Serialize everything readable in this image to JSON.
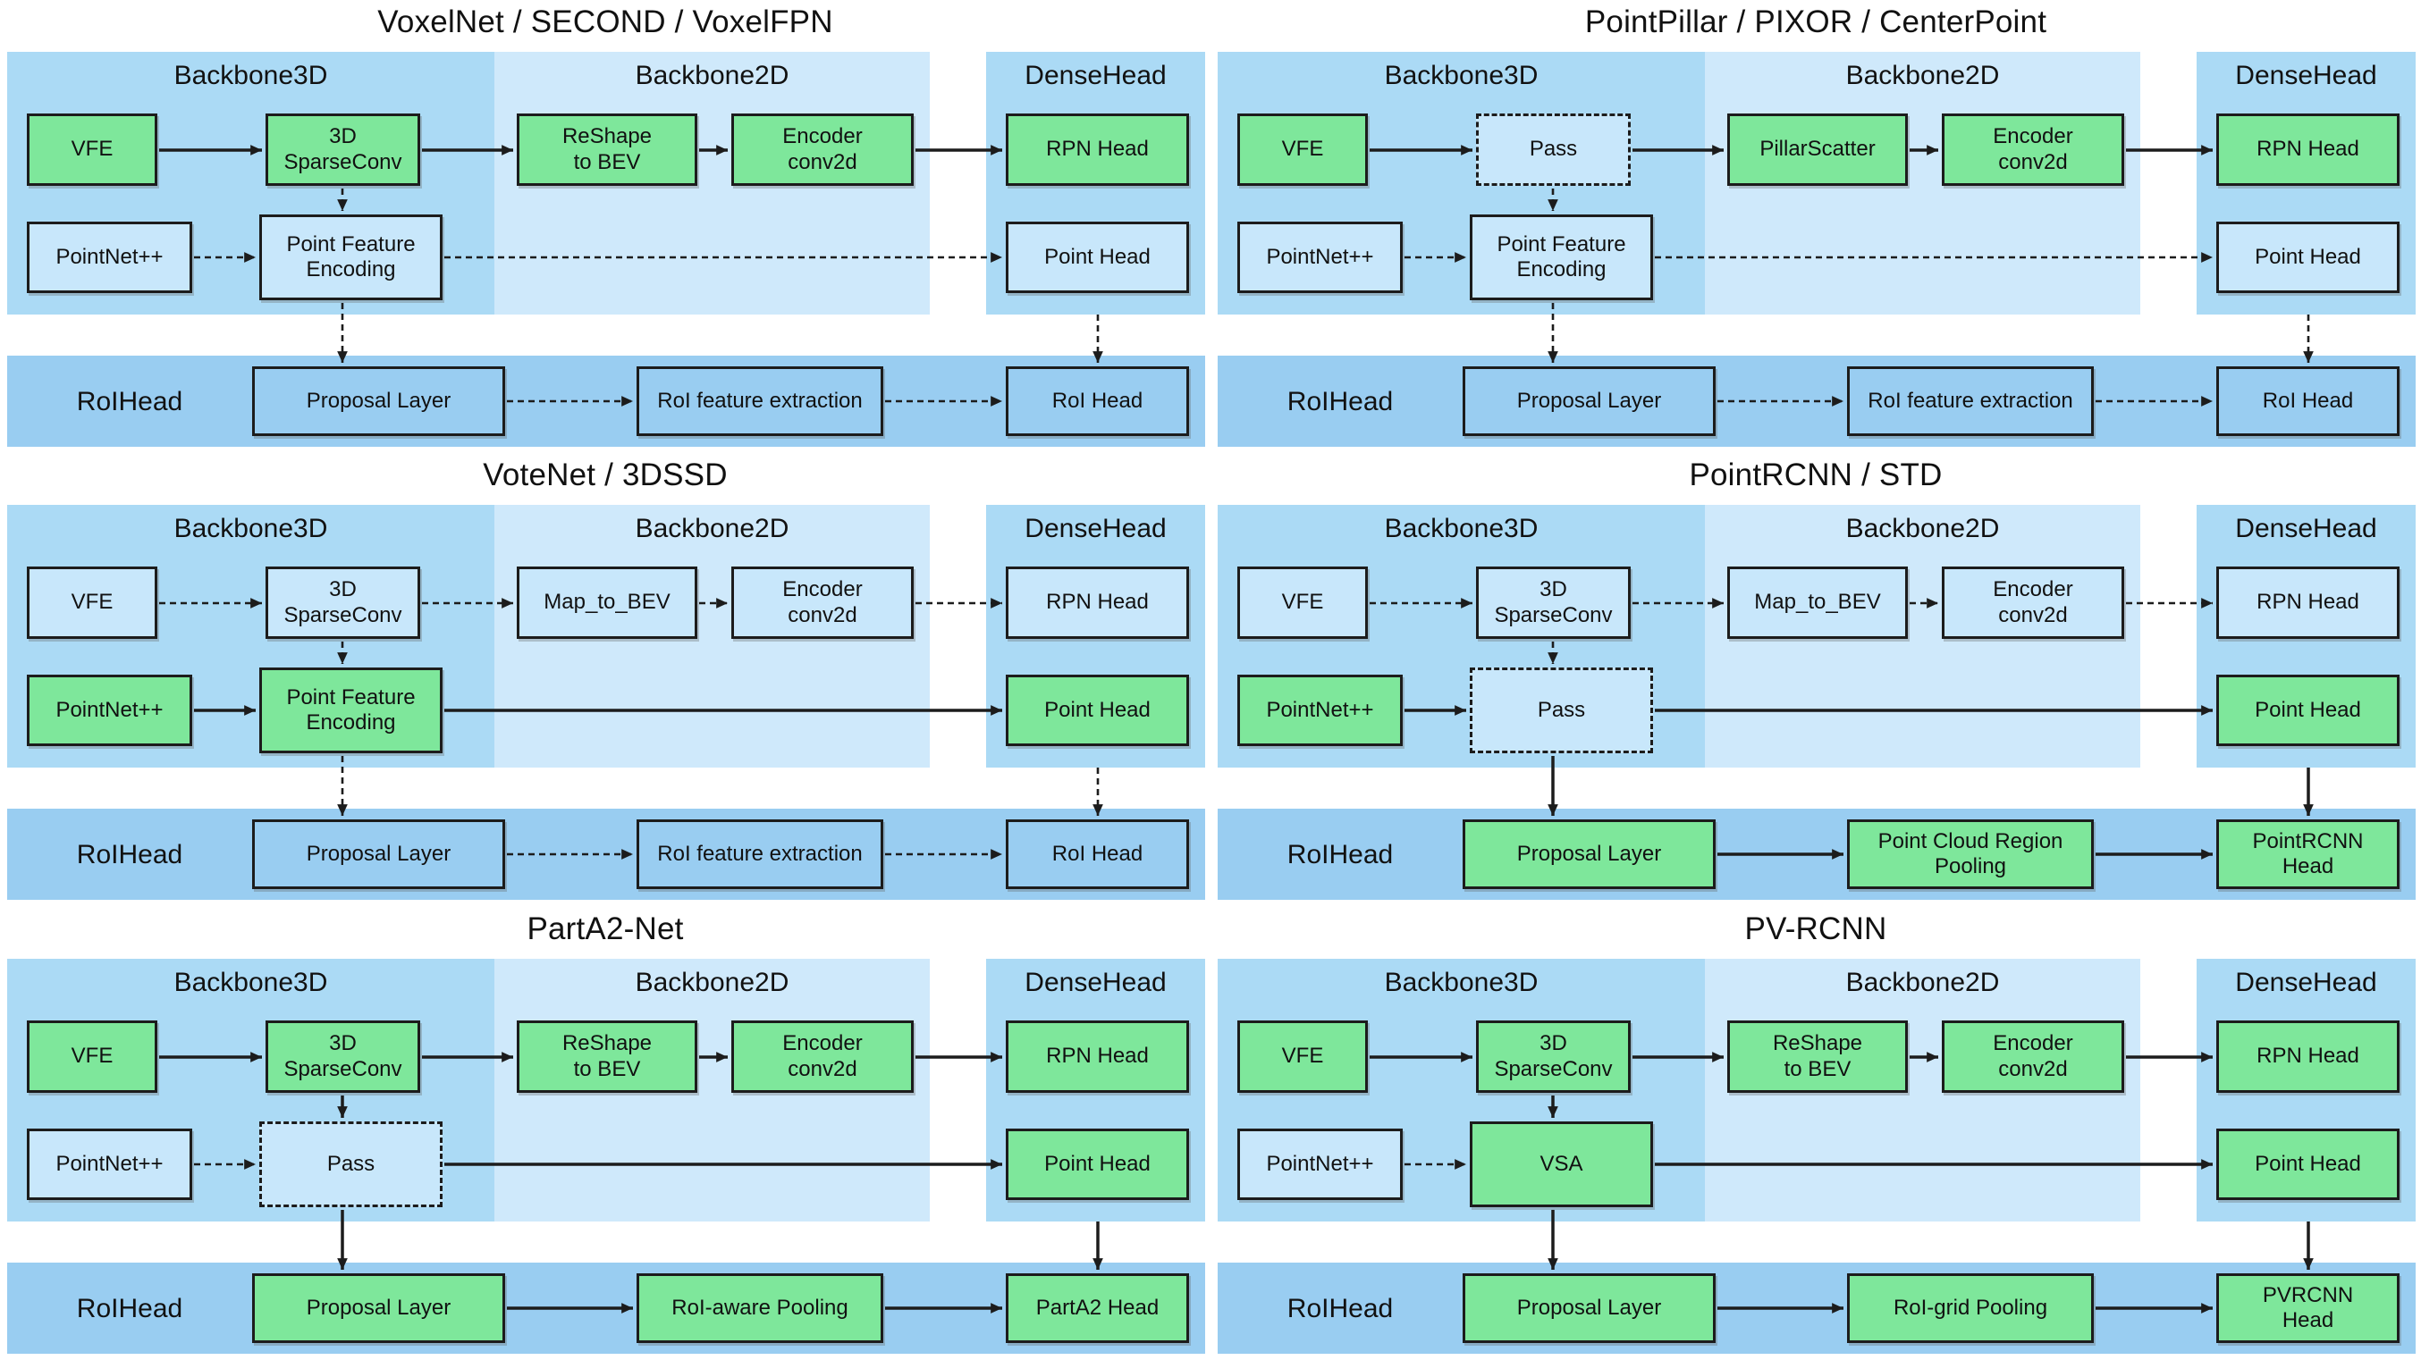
{
  "colors": {
    "band_backbone3d": "#abdaf5",
    "band_backbone2d": "#cfe9fb",
    "band_densehead": "#abdaf5",
    "band_roihead": "#99cdf1",
    "box_green": "#7ee79b",
    "box_light_blue": "#c8e7fb",
    "arrow_black": "#1c1c1c"
  },
  "section_labels": {
    "backbone3d": "Backbone3D",
    "backbone2d": "Backbone2D",
    "densehead": "DenseHead",
    "roihead": "RoIHead"
  },
  "panels": [
    {
      "id": "voxelnet-second-voxelfpn",
      "title": "VoxelNet / SECOND / VoxelFPN",
      "boxes": [
        {
          "id": "vfe",
          "slot": "b1",
          "label": "VFE",
          "fill": "green"
        },
        {
          "id": "3d-sparseconv",
          "slot": "b2",
          "label": "3D\nSparseConv",
          "fill": "green"
        },
        {
          "id": "reshape-to-bev",
          "slot": "b3",
          "label": "ReShape\nto BEV",
          "fill": "green"
        },
        {
          "id": "encoder-conv2d",
          "slot": "b4",
          "label": "Encoder\nconv2d",
          "fill": "green"
        },
        {
          "id": "rpn-head",
          "slot": "b5",
          "label": "RPN Head",
          "fill": "green"
        },
        {
          "id": "pointnet-plus-plus",
          "slot": "pn",
          "label": "PointNet++",
          "fill": "light"
        },
        {
          "id": "point-feature-encoding",
          "slot": "mid",
          "label": "Point Feature\nEncoding",
          "fill": "light"
        },
        {
          "id": "point-head",
          "slot": "ph",
          "label": "Point Head",
          "fill": "light"
        },
        {
          "id": "proposal-layer",
          "slot": "roi1",
          "label": "Proposal Layer",
          "fill": "band"
        },
        {
          "id": "roi-feature-extraction",
          "slot": "roi2",
          "label": "RoI feature extraction",
          "fill": "band"
        },
        {
          "id": "roi-head",
          "slot": "roi3",
          "label": "RoI Head",
          "fill": "band"
        }
      ],
      "arrows": [
        {
          "path": "a1",
          "style": "solid"
        },
        {
          "path": "a2",
          "style": "solid"
        },
        {
          "path": "a3",
          "style": "solid"
        },
        {
          "path": "a4",
          "style": "solid"
        },
        {
          "path": "a5",
          "style": "dashed"
        },
        {
          "path": "a6",
          "style": "dashed"
        },
        {
          "path": "a7",
          "style": "dashed"
        },
        {
          "path": "a8",
          "style": "dashed"
        },
        {
          "path": "v1",
          "style": "dashed"
        },
        {
          "path": "v2",
          "style": "dashed"
        },
        {
          "path": "v3",
          "style": "dashed"
        }
      ]
    },
    {
      "id": "pointpillar-pixor-centerpoint",
      "title": "PointPillar / PIXOR / CenterPoint",
      "boxes": [
        {
          "id": "vfe",
          "slot": "b1",
          "label": "VFE",
          "fill": "green"
        },
        {
          "id": "pass",
          "slot": "b2",
          "label": "Pass",
          "fill": "light",
          "dashed": true
        },
        {
          "id": "pillarscatter",
          "slot": "b3",
          "label": "PillarScatter",
          "fill": "green"
        },
        {
          "id": "encoder-conv2d",
          "slot": "b4",
          "label": "Encoder\nconv2d",
          "fill": "green"
        },
        {
          "id": "rpn-head",
          "slot": "b5",
          "label": "RPN Head",
          "fill": "green"
        },
        {
          "id": "pointnet-plus-plus",
          "slot": "pn",
          "label": "PointNet++",
          "fill": "light"
        },
        {
          "id": "point-feature-encoding",
          "slot": "mid",
          "label": "Point Feature\nEncoding",
          "fill": "light"
        },
        {
          "id": "point-head",
          "slot": "ph",
          "label": "Point Head",
          "fill": "light"
        },
        {
          "id": "proposal-layer",
          "slot": "roi1",
          "label": "Proposal Layer",
          "fill": "band"
        },
        {
          "id": "roi-feature-extraction",
          "slot": "roi2",
          "label": "RoI feature extraction",
          "fill": "band"
        },
        {
          "id": "roi-head",
          "slot": "roi3",
          "label": "RoI Head",
          "fill": "band"
        }
      ],
      "arrows": [
        {
          "path": "a1",
          "style": "solid"
        },
        {
          "path": "a2",
          "style": "solid"
        },
        {
          "path": "a3",
          "style": "solid"
        },
        {
          "path": "a4",
          "style": "solid"
        },
        {
          "path": "a5",
          "style": "dashed"
        },
        {
          "path": "a6",
          "style": "dashed"
        },
        {
          "path": "a7",
          "style": "dashed"
        },
        {
          "path": "a8",
          "style": "dashed"
        },
        {
          "path": "v1",
          "style": "dashed"
        },
        {
          "path": "v2",
          "style": "dashed"
        },
        {
          "path": "v3",
          "style": "dashed"
        }
      ]
    },
    {
      "id": "votenet-3dssd",
      "title": "VoteNet / 3DSSD",
      "boxes": [
        {
          "id": "vfe",
          "slot": "b1",
          "label": "VFE",
          "fill": "light"
        },
        {
          "id": "3d-sparseconv",
          "slot": "b2",
          "label": "3D\nSparseConv",
          "fill": "light"
        },
        {
          "id": "map-to-bev",
          "slot": "b3",
          "label": "Map_to_BEV",
          "fill": "light"
        },
        {
          "id": "encoder-conv2d",
          "slot": "b4",
          "label": "Encoder\nconv2d",
          "fill": "light"
        },
        {
          "id": "rpn-head",
          "slot": "b5",
          "label": "RPN Head",
          "fill": "light"
        },
        {
          "id": "pointnet-plus-plus",
          "slot": "pn",
          "label": "PointNet++",
          "fill": "green"
        },
        {
          "id": "point-feature-encoding",
          "slot": "mid",
          "label": "Point Feature\nEncoding",
          "fill": "green"
        },
        {
          "id": "point-head",
          "slot": "ph",
          "label": "Point Head",
          "fill": "green"
        },
        {
          "id": "proposal-layer",
          "slot": "roi1",
          "label": "Proposal Layer",
          "fill": "band"
        },
        {
          "id": "roi-feature-extraction",
          "slot": "roi2",
          "label": "RoI feature extraction",
          "fill": "band"
        },
        {
          "id": "roi-head",
          "slot": "roi3",
          "label": "RoI Head",
          "fill": "band"
        }
      ],
      "arrows": [
        {
          "path": "a1",
          "style": "dashed"
        },
        {
          "path": "a2",
          "style": "dashed"
        },
        {
          "path": "a3",
          "style": "dashed"
        },
        {
          "path": "a4",
          "style": "dashed"
        },
        {
          "path": "a5",
          "style": "solid"
        },
        {
          "path": "a6",
          "style": "solid"
        },
        {
          "path": "a7",
          "style": "dashed"
        },
        {
          "path": "a8",
          "style": "dashed"
        },
        {
          "path": "v1",
          "style": "dashed"
        },
        {
          "path": "v2",
          "style": "dashed"
        },
        {
          "path": "v3",
          "style": "dashed"
        }
      ]
    },
    {
      "id": "pointrcnn-std",
      "title": "PointRCNN / STD",
      "boxes": [
        {
          "id": "vfe",
          "slot": "b1",
          "label": "VFE",
          "fill": "light"
        },
        {
          "id": "3d-sparseconv",
          "slot": "b2",
          "label": "3D\nSparseConv",
          "fill": "light"
        },
        {
          "id": "map-to-bev",
          "slot": "b3",
          "label": "Map_to_BEV",
          "fill": "light"
        },
        {
          "id": "encoder-conv2d",
          "slot": "b4",
          "label": "Encoder\nconv2d",
          "fill": "light"
        },
        {
          "id": "rpn-head",
          "slot": "b5",
          "label": "RPN Head",
          "fill": "light"
        },
        {
          "id": "pointnet-plus-plus",
          "slot": "pn",
          "label": "PointNet++",
          "fill": "green"
        },
        {
          "id": "pass",
          "slot": "mid",
          "label": "Pass",
          "fill": "light",
          "dashed": true
        },
        {
          "id": "point-head",
          "slot": "ph",
          "label": "Point Head",
          "fill": "green"
        },
        {
          "id": "proposal-layer",
          "slot": "roi1",
          "label": "Proposal Layer",
          "fill": "green"
        },
        {
          "id": "point-cloud-region-pooling",
          "slot": "roi2",
          "label": "Point Cloud Region\nPooling",
          "fill": "green"
        },
        {
          "id": "pointrcnn-head",
          "slot": "roi3",
          "label": "PointRCNN\nHead",
          "fill": "green"
        }
      ],
      "arrows": [
        {
          "path": "a1",
          "style": "dashed"
        },
        {
          "path": "a2",
          "style": "dashed"
        },
        {
          "path": "a3",
          "style": "dashed"
        },
        {
          "path": "a4",
          "style": "dashed"
        },
        {
          "path": "a5",
          "style": "solid"
        },
        {
          "path": "a6",
          "style": "solid"
        },
        {
          "path": "a7",
          "style": "solid"
        },
        {
          "path": "a8",
          "style": "solid"
        },
        {
          "path": "v1",
          "style": "dashed"
        },
        {
          "path": "v2",
          "style": "solid"
        },
        {
          "path": "v3",
          "style": "solid"
        }
      ]
    },
    {
      "id": "parta2-net",
      "title": "PartA2-Net",
      "boxes": [
        {
          "id": "vfe",
          "slot": "b1",
          "label": "VFE",
          "fill": "green"
        },
        {
          "id": "3d-sparseconv",
          "slot": "b2",
          "label": "3D\nSparseConv",
          "fill": "green"
        },
        {
          "id": "reshape-to-bev",
          "slot": "b3",
          "label": "ReShape\nto BEV",
          "fill": "green"
        },
        {
          "id": "encoder-conv2d",
          "slot": "b4",
          "label": "Encoder\nconv2d",
          "fill": "green"
        },
        {
          "id": "rpn-head",
          "slot": "b5",
          "label": "RPN Head",
          "fill": "green"
        },
        {
          "id": "pointnet-plus-plus",
          "slot": "pn",
          "label": "PointNet++",
          "fill": "light"
        },
        {
          "id": "pass",
          "slot": "mid",
          "label": "Pass",
          "fill": "light",
          "dashed": true
        },
        {
          "id": "point-head",
          "slot": "ph",
          "label": "Point Head",
          "fill": "green"
        },
        {
          "id": "proposal-layer",
          "slot": "roi1",
          "label": "Proposal Layer",
          "fill": "green"
        },
        {
          "id": "roi-aware-pooling",
          "slot": "roi2",
          "label": "RoI-aware Pooling",
          "fill": "green"
        },
        {
          "id": "parta2-head",
          "slot": "roi3",
          "label": "PartA2 Head",
          "fill": "green"
        }
      ],
      "arrows": [
        {
          "path": "a1",
          "style": "solid"
        },
        {
          "path": "a2",
          "style": "solid"
        },
        {
          "path": "a3",
          "style": "solid"
        },
        {
          "path": "a4",
          "style": "solid"
        },
        {
          "path": "a5",
          "style": "dashed"
        },
        {
          "path": "a6",
          "style": "solid"
        },
        {
          "path": "a7",
          "style": "solid"
        },
        {
          "path": "a8",
          "style": "solid"
        },
        {
          "path": "v1",
          "style": "solid"
        },
        {
          "path": "v2",
          "style": "solid"
        },
        {
          "path": "v3",
          "style": "solid"
        }
      ]
    },
    {
      "id": "pv-rcnn",
      "title": "PV-RCNN",
      "boxes": [
        {
          "id": "vfe",
          "slot": "b1",
          "label": "VFE",
          "fill": "green"
        },
        {
          "id": "3d-sparseconv",
          "slot": "b2",
          "label": "3D\nSparseConv",
          "fill": "green"
        },
        {
          "id": "reshape-to-bev",
          "slot": "b3",
          "label": "ReShape\nto BEV",
          "fill": "green"
        },
        {
          "id": "encoder-conv2d",
          "slot": "b4",
          "label": "Encoder\nconv2d",
          "fill": "green"
        },
        {
          "id": "rpn-head",
          "slot": "b5",
          "label": "RPN Head",
          "fill": "green"
        },
        {
          "id": "pointnet-plus-plus",
          "slot": "pn",
          "label": "PointNet++",
          "fill": "light"
        },
        {
          "id": "vsa",
          "slot": "mid",
          "label": "VSA",
          "fill": "green"
        },
        {
          "id": "point-head",
          "slot": "ph",
          "label": "Point Head",
          "fill": "green"
        },
        {
          "id": "proposal-layer",
          "slot": "roi1",
          "label": "Proposal Layer",
          "fill": "green"
        },
        {
          "id": "roi-grid-pooling",
          "slot": "roi2",
          "label": "RoI-grid Pooling",
          "fill": "green"
        },
        {
          "id": "pvrcnn-head",
          "slot": "roi3",
          "label": "PVRCNN\nHead",
          "fill": "green"
        }
      ],
      "arrows": [
        {
          "path": "a1",
          "style": "solid"
        },
        {
          "path": "a2",
          "style": "solid"
        },
        {
          "path": "a3",
          "style": "solid"
        },
        {
          "path": "a4",
          "style": "solid"
        },
        {
          "path": "a5",
          "style": "dashed"
        },
        {
          "path": "a6",
          "style": "solid"
        },
        {
          "path": "a7",
          "style": "solid"
        },
        {
          "path": "a8",
          "style": "solid"
        },
        {
          "path": "v1",
          "style": "solid"
        },
        {
          "path": "v2",
          "style": "solid"
        },
        {
          "path": "v3",
          "style": "solid"
        }
      ]
    }
  ]
}
